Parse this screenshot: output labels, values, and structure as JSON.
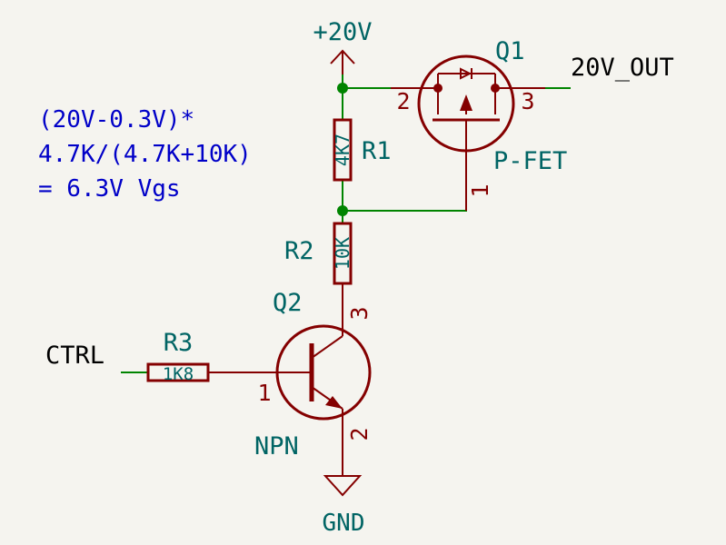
{
  "colors": {
    "background": "#f5f4ef",
    "wire": "#008400",
    "component": "#840000",
    "junction": "#008400",
    "value_text": "#006464",
    "note_text": "#0000c8",
    "net_label": "#000000"
  },
  "power": {
    "vcc_label": "+20V",
    "gnd_label": "GND"
  },
  "net_labels": {
    "out": "20V_OUT",
    "ctrl": "CTRL"
  },
  "q1": {
    "ref": "Q1",
    "value": "P-FET",
    "pin_gate": "1",
    "pin_drain": "2",
    "pin_source": "3"
  },
  "q2": {
    "ref": "Q2",
    "value": "NPN",
    "pin_base": "1",
    "pin_emitter": "2",
    "pin_collector": "3"
  },
  "r1": {
    "ref": "R1",
    "value": "4K7"
  },
  "r2": {
    "ref": "R2",
    "value": "10K"
  },
  "r3": {
    "ref": "R3",
    "value": "1K8"
  },
  "note": {
    "line1": "(20V-0.3V)*",
    "line2": "4.7K/(4.7K+10K)",
    "line3": "= 6.3V Vgs"
  }
}
